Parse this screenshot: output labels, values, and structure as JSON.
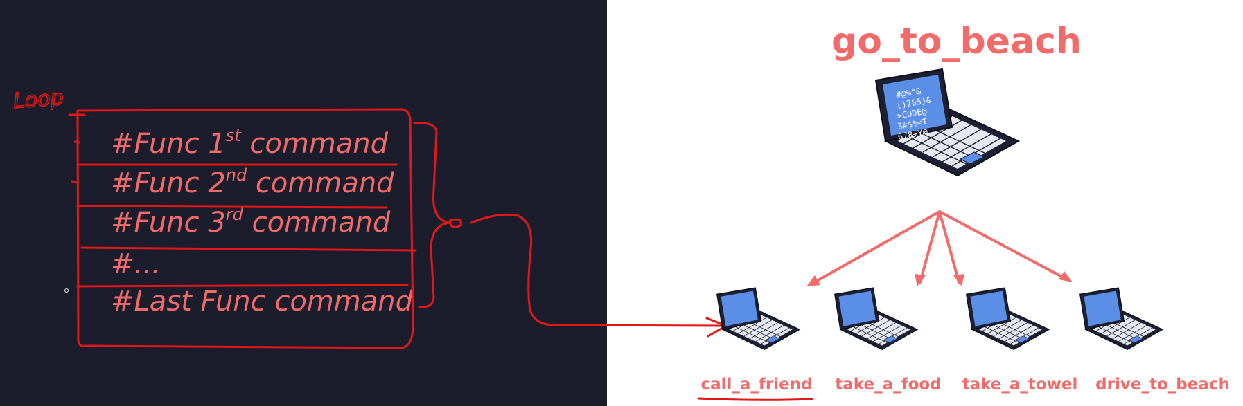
{
  "commands": [
    {
      "pre": "#Func 1",
      "sup": "st",
      "post": " command"
    },
    {
      "pre": "#Func 2",
      "sup": "nd",
      "post": " command"
    },
    {
      "pre": "#Func 3",
      "sup": "rd",
      "post": " command"
    },
    {
      "pre": "#...",
      "sup": "",
      "post": ""
    },
    {
      "pre": "#Last Func command",
      "sup": "",
      "post": ""
    }
  ],
  "handwritten_label": "Loop",
  "diagram": {
    "root": "go_to_beach",
    "children": [
      "call_a_friend",
      "take_a_food",
      "take_a_towel",
      "drive_to_beach"
    ]
  },
  "laptop_screen_text": [
    "#@%^&",
    "()785}&",
    ">CODE@",
    "3#$%<T",
    "678+Y@"
  ],
  "colors": {
    "accent": "#f26b6b",
    "annotation": "#e01818",
    "dark_bg": "#1b1d2d",
    "screen": "#5b8ee6"
  }
}
